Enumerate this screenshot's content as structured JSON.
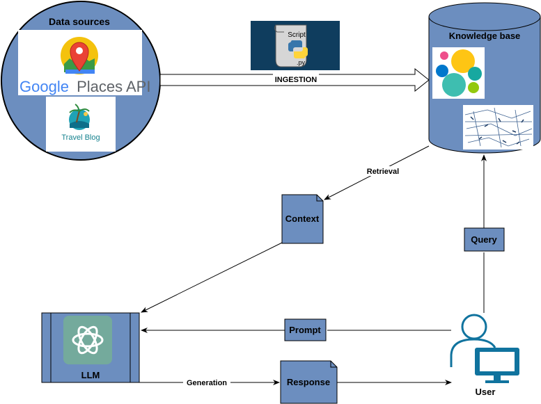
{
  "diagram": {
    "data_sources": {
      "title": "Data sources",
      "google_text": "Google",
      "places_api_text": "Places API",
      "travel_blog_text": "Travel Blog"
    },
    "script_badge": {
      "label": "Script",
      "extension": ".py"
    },
    "knowledge_base": {
      "title": "Knowledge base"
    },
    "edges": {
      "ingestion": "INGESTION",
      "retrieval": "Retrieval",
      "generation": "Generation"
    },
    "nodes": {
      "context": "Context",
      "query": "Query",
      "prompt": "Prompt",
      "response": "Response",
      "llm": "LLM",
      "user": "User"
    },
    "colors": {
      "node_fill": "#6c8ebf",
      "script_bg": "#0f3d5e",
      "llm_icon_bg": "#74aa9c",
      "elastic_yellow": "#fec514",
      "elastic_teal": "#3ebeb0",
      "elastic_pink": "#ee4f8b",
      "elastic_blue": "#0077cc",
      "elastic_green": "#17a8a0"
    }
  }
}
